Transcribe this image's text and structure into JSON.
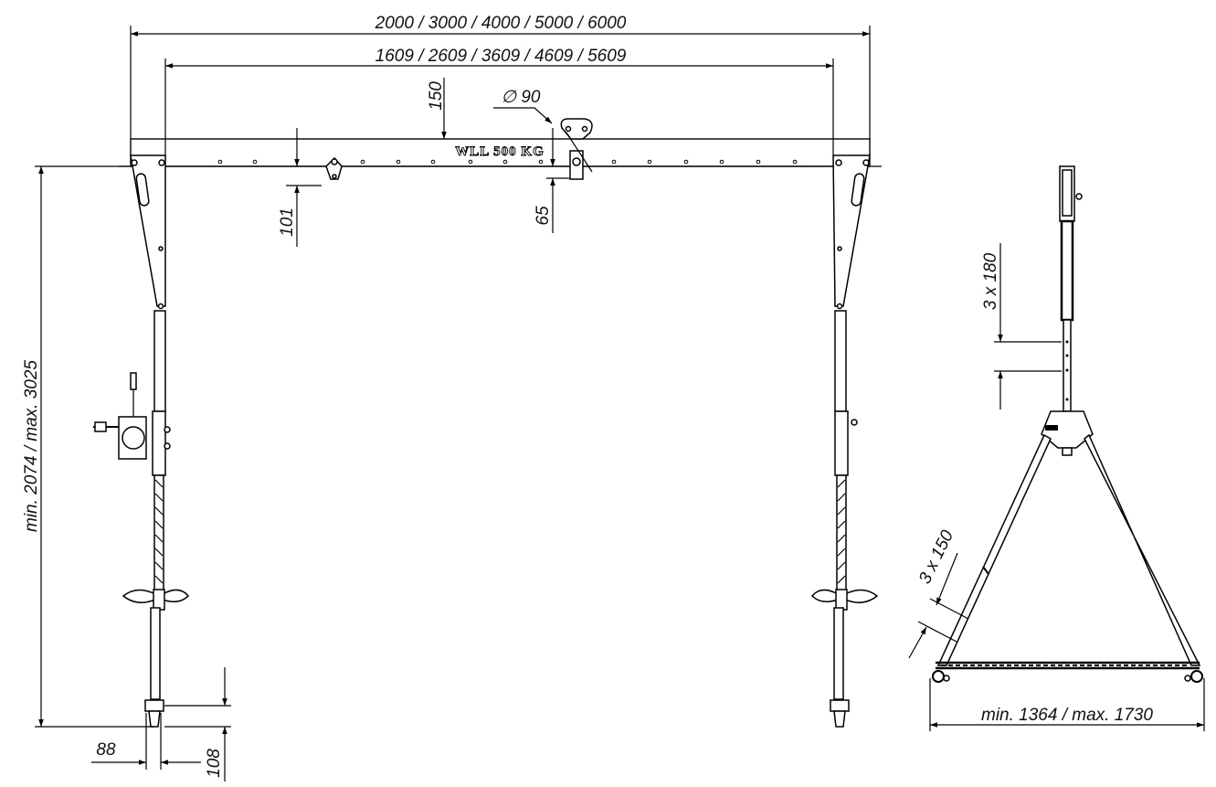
{
  "drawing": {
    "front_view": {
      "overall_width_label": "2000 / 3000 / 4000 / 5000 / 6000",
      "inner_width_label": "1609 / 2609 / 3609 / 4609 / 5609",
      "beam_height_label": "150",
      "trolley_wheel_label": "∅ 90",
      "clamp_offset_label": "101",
      "trolley_offset_label": "65",
      "load_marking": "WLL 500 KG",
      "height_label": "min. 2074 / max. 3025",
      "foot_width_label": "88",
      "foot_height_label": "108"
    },
    "side_view": {
      "mast_hole_spacing_label": "3 x 180",
      "leg_hole_spacing_label": "3 x 150",
      "base_width_label": "min. 1364 / max. 1730"
    }
  }
}
